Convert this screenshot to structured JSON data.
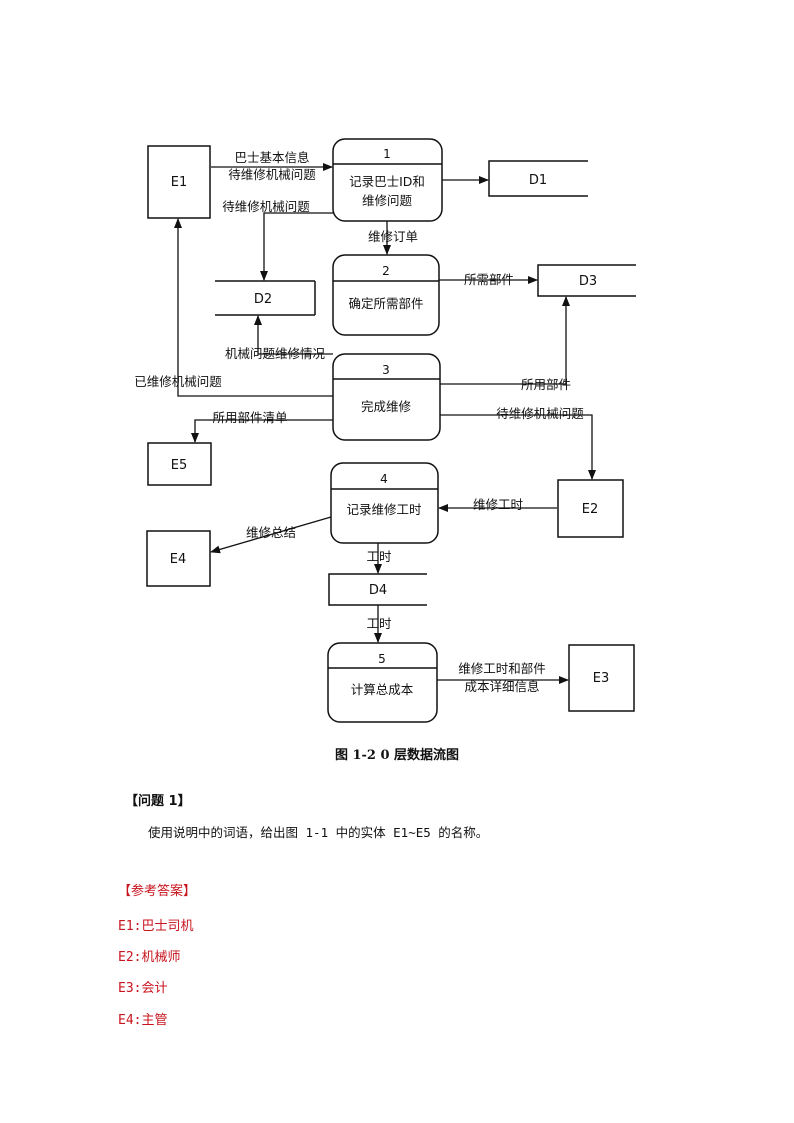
{
  "diagram": {
    "entities": [
      {
        "id": "E1"
      },
      {
        "id": "E2"
      },
      {
        "id": "E3"
      },
      {
        "id": "E4"
      },
      {
        "id": "E5"
      }
    ],
    "processes": [
      {
        "num": "1",
        "line1": "记录巴士ID和",
        "line2": "维修问题"
      },
      {
        "num": "2",
        "line1": "确定所需部件"
      },
      {
        "num": "3",
        "line1": "完成维修"
      },
      {
        "num": "4",
        "line1": "记录维修工时"
      },
      {
        "num": "5",
        "line1": "计算总成本"
      }
    ],
    "stores": [
      {
        "id": "D1"
      },
      {
        "id": "D2"
      },
      {
        "id": "D3"
      },
      {
        "id": "D4"
      }
    ],
    "flows": {
      "bus_info": "巴士基本信息",
      "pending_1": "待维修机械问题",
      "pending_2": "待维修机械问题",
      "repair_order": "维修订单",
      "parts_needed": "所需部件",
      "mech_status": "机械问题维修情况",
      "repaired": "已维修机械问题",
      "parts_used": "所用部件",
      "parts_list": "所用部件清单",
      "pending_3": "待维修机械问题",
      "labor_hours_in": "维修工时",
      "summary": "维修总结",
      "hours_1": "工时",
      "hours_2": "工时",
      "cost_line1": "维修工时和部件",
      "cost_line2": "成本详细信息"
    },
    "caption": "图 1-2   0 层数据流图"
  },
  "question": {
    "title": "【问题 1】",
    "body": "使用说明中的词语，给出图 1-1 中的实体 E1~E5 的名称。"
  },
  "answer": {
    "title": "【参考答案】",
    "items": [
      {
        "key": "E1:",
        "value": "巴士司机"
      },
      {
        "key": "E2:",
        "value": "机械师"
      },
      {
        "key": "E3:",
        "value": "会计"
      },
      {
        "key": "E4:",
        "value": "主管"
      }
    ]
  }
}
